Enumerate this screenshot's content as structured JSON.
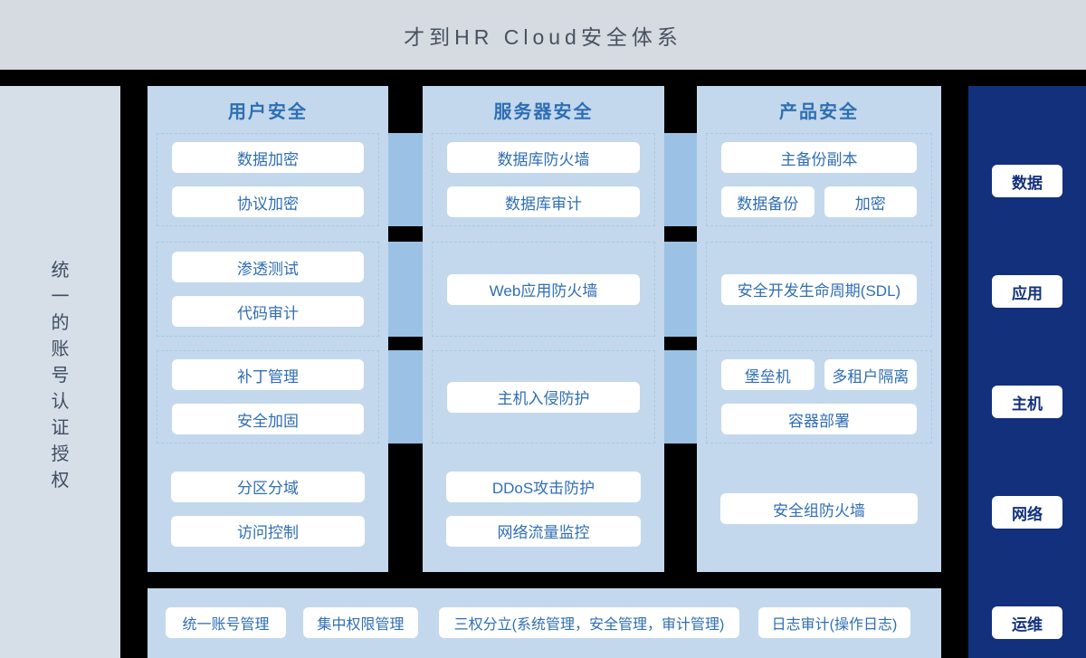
{
  "header": {
    "title": "才到HR Cloud安全体系"
  },
  "left_bar": {
    "label": "统一的账号认证授权"
  },
  "columns": [
    {
      "title": "用户安全",
      "groups": [
        {
          "dashed": true,
          "rows": [
            [
              "数据加密"
            ],
            [
              "协议加密"
            ]
          ]
        },
        {
          "dashed": true,
          "rows": [
            [
              "渗透测试"
            ],
            [
              "代码审计"
            ]
          ]
        },
        {
          "dashed": true,
          "rows": [
            [
              "补丁管理"
            ],
            [
              "安全加固"
            ]
          ]
        },
        {
          "dashed": false,
          "rows": [
            [
              "分区分域"
            ],
            [
              "访问控制"
            ]
          ]
        }
      ]
    },
    {
      "title": "服务器安全",
      "groups": [
        {
          "dashed": true,
          "rows": [
            [
              "数据库防火墙"
            ],
            [
              "数据库审计"
            ]
          ]
        },
        {
          "dashed": true,
          "rows": [
            [
              "Web应用防火墙"
            ]
          ]
        },
        {
          "dashed": true,
          "rows": [
            [
              "主机入侵防护"
            ]
          ]
        },
        {
          "dashed": false,
          "rows": [
            [
              "DDoS攻击防护"
            ],
            [
              "网络流量监控"
            ]
          ]
        }
      ]
    },
    {
      "title": "产品安全",
      "groups": [
        {
          "dashed": true,
          "rows": [
            [
              "主备份副本"
            ],
            [
              "数据备份",
              "加密"
            ]
          ]
        },
        {
          "dashed": true,
          "rows": [
            [
              "安全开发生命周期(SDL)"
            ]
          ]
        },
        {
          "dashed": true,
          "rows": [
            [
              "堡垒机",
              "多租户隔离"
            ],
            [
              "容器部署"
            ]
          ]
        },
        {
          "dashed": false,
          "rows": [
            [
              "安全组防火墙"
            ]
          ]
        }
      ]
    }
  ],
  "right_bar": {
    "items": [
      "数据",
      "应用",
      "主机",
      "网络",
      "运维"
    ]
  },
  "bottom_bar": {
    "items": [
      "统一账号管理",
      "集中权限管理",
      "三权分立(系统管理，安全管理，审计管理)",
      "日志审计(操作日志)"
    ]
  },
  "colors": {
    "page_bg": "#000000",
    "header_bg": "#d6dbe2",
    "header_text": "#47525f",
    "left_bar_bg": "#d6dee8",
    "column_bg": "#c3d8ec",
    "connector": "#9bc2e4",
    "dashed_border": "#a9c9e5",
    "accent_text": "#2f6eb5",
    "dark_bar_bg": "#12307c"
  }
}
